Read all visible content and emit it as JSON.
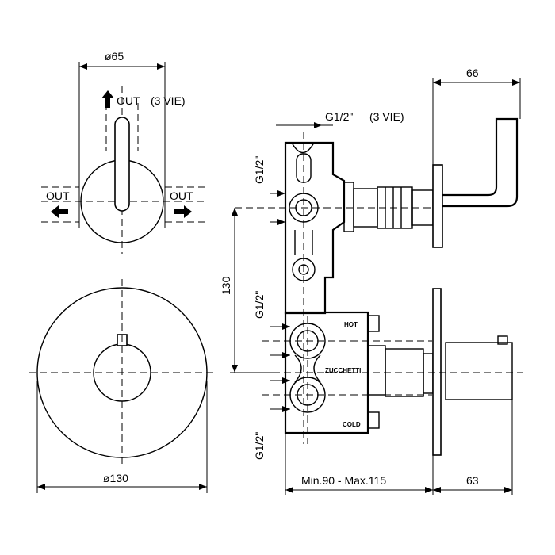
{
  "dimensions": {
    "top_diameter": "ø65",
    "front_diameter": "ø130",
    "side_projection": "66",
    "side_depth": "63",
    "install_range": "Min.90 - Max.115",
    "center_distance": "130"
  },
  "ports": {
    "out_top": "OUT",
    "out_top_note": "(3 VIE)",
    "out_left": "OUT",
    "out_right": "OUT",
    "outlet_thread": "G1/2\"",
    "outlet_thread_note": "(3 VIE)",
    "thread_upper": "G1/2\"",
    "thread_middle": "G1/2\"",
    "thread_lower": "G1/2\""
  },
  "body_labels": {
    "hot": "HOT",
    "brand": "ZUCCHETTI",
    "cold": "COLD"
  }
}
